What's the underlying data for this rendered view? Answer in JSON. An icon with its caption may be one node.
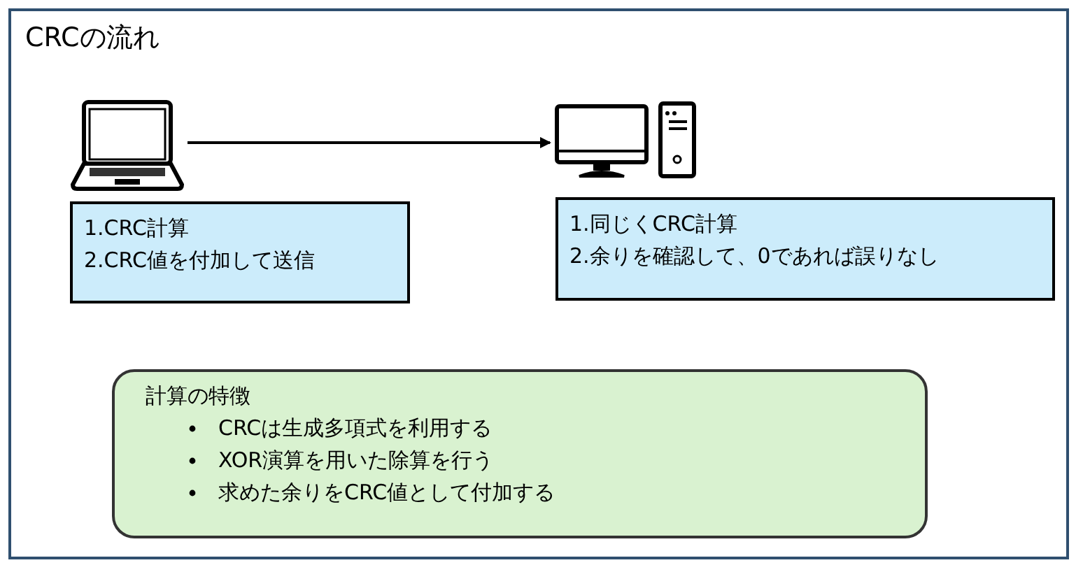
{
  "diagram": {
    "title": "CRCの流れ",
    "nodes": [
      {
        "text": [],
        "shape": "picture"
      },
      {
        "text": [],
        "shape": "picture"
      },
      {
        "text": [
          "1.CRC計算",
          "2.CRC値を付加して送信"
        ]
      },
      {
        "text": [
          "1.同じくCRC計算",
          "2.余りを確認して、0であれば誤りなし"
        ]
      },
      {
        "text": [
          "計算の特徴",
          "CRCは生成多項式を利用する",
          "XOR演算を用いた除算を行う",
          "求めた余りをCRC値として付加する"
        ]
      }
    ],
    "edges": [
      {
        "from": 0,
        "to": 1,
        "arrow": "to"
      }
    ]
  }
}
